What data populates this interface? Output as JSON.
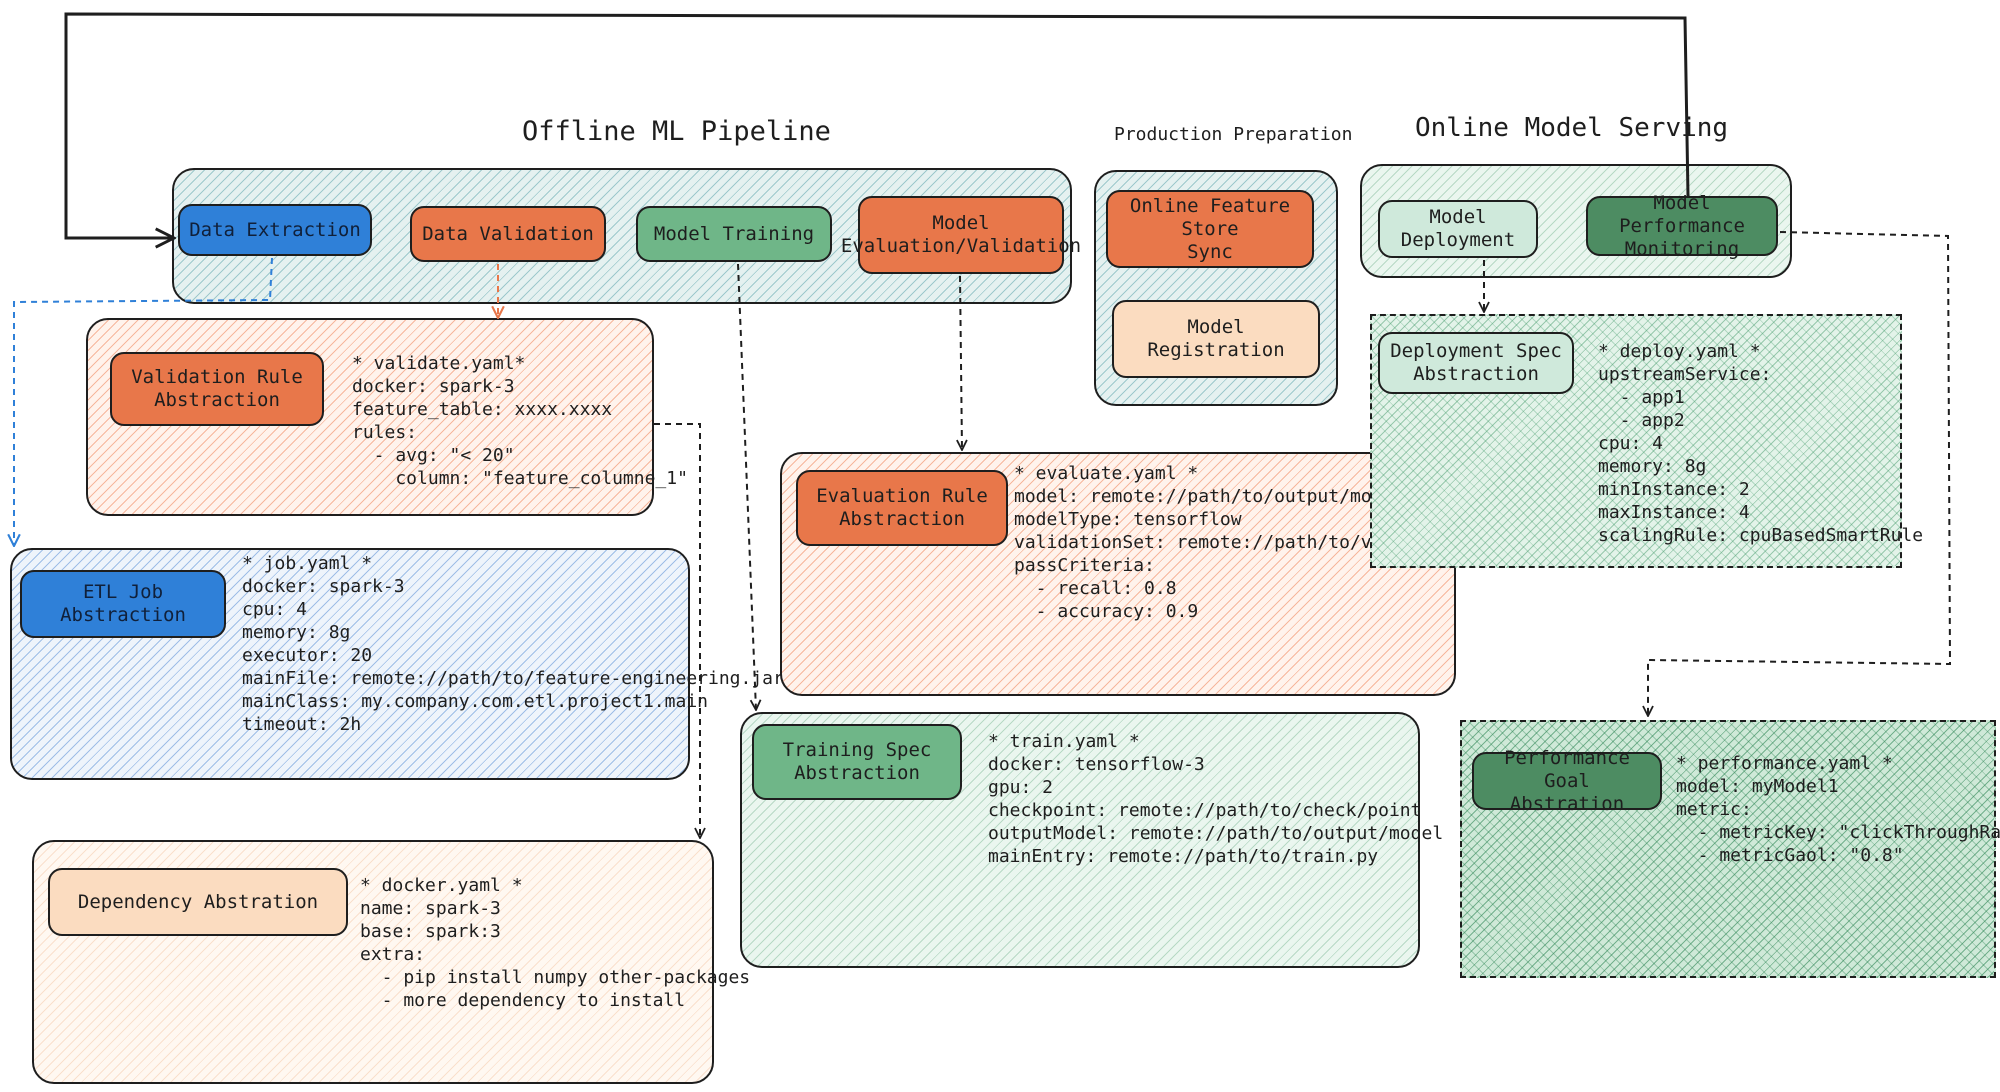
{
  "titles": {
    "offline": "Offline ML Pipeline",
    "production": "Production Preparation",
    "online": "Online Model Serving"
  },
  "pipeline": {
    "data_extraction": "Data Extraction",
    "data_validation": "Data Validation",
    "model_training": "Model Training",
    "model_evaluation": "Model\nEvaluation/Validation"
  },
  "production": {
    "feature_store_sync": "Online Feature Store\nSync",
    "model_registration": "Model Registration"
  },
  "online": {
    "model_deployment": "Model Deployment",
    "performance_monitoring": "Model Performance\nMonitoring"
  },
  "abstractions": {
    "validation_rule": {
      "label": "Validation Rule\nAbstraction",
      "yaml": "* validate.yaml*\ndocker: spark-3\nfeature_table: xxxx.xxxx\nrules:\n  - avg: \"< 20\"\n    column: \"feature_columne_1\""
    },
    "etl_job": {
      "label": "ETL Job Abstraction",
      "yaml": "* job.yaml *\ndocker: spark-3\ncpu: 4\nmemory: 8g\nexecutor: 20\nmainFile: remote://path/to/feature-engineering.jar\nmainClass: my.company.com.etl.project1.main\ntimeout: 2h"
    },
    "dependency": {
      "label": "Dependency Abstration",
      "yaml": "* docker.yaml *\nname: spark-3\nbase: spark:3\nextra:\n  - pip install numpy other-packages\n  - more dependency to install"
    },
    "evaluation_rule": {
      "label": "Evaluation Rule\nAbstraction",
      "yaml": "* evaluate.yaml *\nmodel: remote://path/to/output/model\nmodelType: tensorflow\nvalidationSet: remote://path/to/validation/set\npassCriteria:\n  - recall: 0.8\n  - accuracy: 0.9"
    },
    "training_spec": {
      "label": "Training Spec\nAbstraction",
      "yaml": "* train.yaml *\ndocker: tensorflow-3\ngpu: 2\ncheckpoint: remote://path/to/check/point\noutputModel: remote://path/to/output/model\nmainEntry: remote://path/to/train.py"
    },
    "deployment_spec": {
      "label": "Deployment Spec\nAbstraction",
      "yaml": "* deploy.yaml *\nupstreamService:\n  - app1\n  - app2\ncpu: 4\nmemory: 8g\nminInstance: 2\nmaxInstance: 4\nscalingRule: cpuBasedSmartRule"
    },
    "performance_goal": {
      "label": "Performance Goal\nAbstration",
      "yaml": "* performance.yaml *\nmodel: myModel1\nmetric:\n  - metricKey: \"clickThroughRate\"\n  - metricGaol: \"0.8\""
    }
  },
  "colors": {
    "blue": "#2f80d8",
    "orange": "#e8774a",
    "green": "#6fb688",
    "beige": "#fbdcc0",
    "pale_green": "#cfe9db",
    "dark_green": "#4d8c62",
    "stroke": "#1e1e1e"
  }
}
